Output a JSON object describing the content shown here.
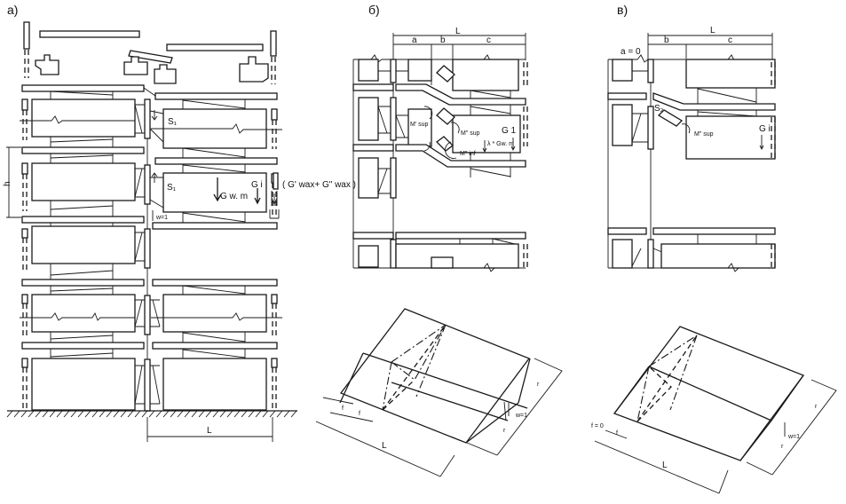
{
  "panels": {
    "a": {
      "label": "а)",
      "S1_top": "S₁",
      "S1_mid": "S₁",
      "G_wm": "G w. m",
      "G_i": "G i",
      "G_wax": "( G' wax+ G\" wax )",
      "h": "h",
      "w": "w=1",
      "L": "L"
    },
    "b": {
      "label": "б)",
      "L": "L",
      "a": "a",
      "b": "b",
      "c": "c",
      "M_sup_prime": "M' sup",
      "M_sup_dbl": "M\" sup",
      "M_inf_dbl": "M\" inf",
      "G1": "G 1",
      "lambda_G": "λ * Gw. m"
    },
    "c": {
      "label": "в)",
      "L": "L",
      "a0": "a = 0",
      "b": "b",
      "c": "c",
      "S2": "S₂",
      "M_sup_dbl": "M\" sup",
      "G_i": "G i"
    },
    "iso_b": {
      "f1": "f",
      "f2": "f",
      "L": "L",
      "r": "r",
      "w": "w=1",
      "r2": "r"
    },
    "iso_c": {
      "f0": "f = 0",
      "f": "f",
      "L": "L",
      "r": "r",
      "w": "w=1",
      "r2": "r"
    }
  }
}
